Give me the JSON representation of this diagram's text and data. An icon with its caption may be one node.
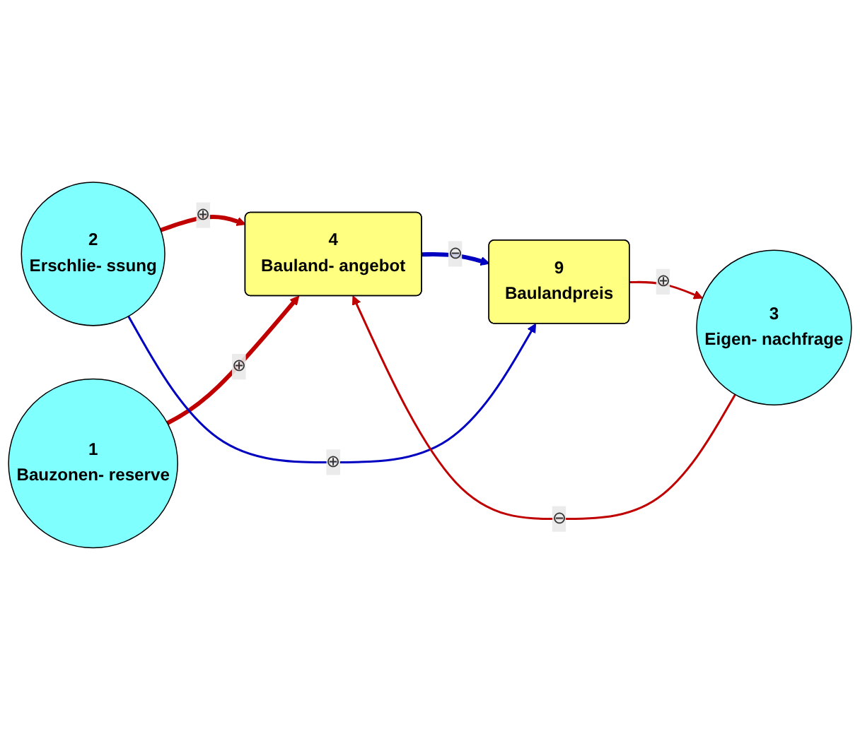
{
  "diagram": {
    "nodes": [
      {
        "text": [
          "2",
          "Erschlie- ssung"
        ]
      },
      {
        "text": [
          "1",
          "Bauzonen- reserve"
        ]
      },
      {
        "text": [
          "4",
          "Bauland- angebot"
        ]
      },
      {
        "text": [
          "9",
          "Baulandpreis"
        ]
      },
      {
        "text": [
          "3",
          "Eigen- nachfrage"
        ]
      }
    ],
    "edges": [
      {
        "from": 0,
        "to": 2,
        "arrow": "to",
        "label": "⊕",
        "style": "thick",
        "color": "#c00000"
      },
      {
        "from": 1,
        "to": 2,
        "arrow": "to",
        "label": "⊕",
        "style": "thick",
        "color": "#c00000"
      },
      {
        "from": 2,
        "to": 3,
        "arrow": "to",
        "label": "⊖",
        "style": "thick",
        "color": "#0000c0"
      },
      {
        "from": 0,
        "to": 3,
        "arrow": "to",
        "label": "⊕",
        "color": "#0000c0"
      },
      {
        "from": 3,
        "to": 4,
        "arrow": "to",
        "label": "⊕",
        "color": "#c00000"
      },
      {
        "from": 4,
        "to": 2,
        "arrow": "to",
        "label": "⊖",
        "color": "#c00000"
      }
    ]
  }
}
